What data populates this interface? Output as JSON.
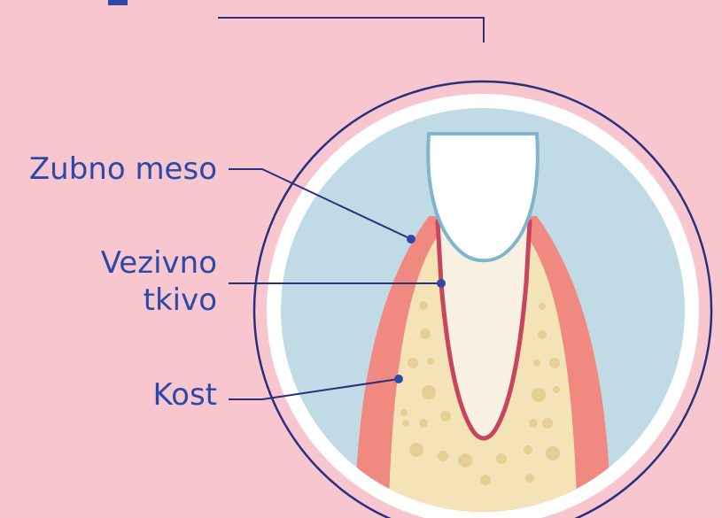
{
  "labels": {
    "gum": "Zubno meso",
    "connective_line1": "Vezivno",
    "connective_line2": "tkivo",
    "bone": "Kost"
  },
  "colors": {
    "background": "#f8c6cf",
    "ring": "#ffffff",
    "outline": "#2a2f7f",
    "inner": "#c0dbe6",
    "gum": "#f08a80",
    "bone": "#f4e3b6",
    "bone_dots": "#e6cf92",
    "root_outline": "#c9445f",
    "root_fill": "#f8f0e0",
    "crown_fill": "#ffffff",
    "crown_outline": "#7fb5cf",
    "pointer": "#2b4aa8"
  }
}
